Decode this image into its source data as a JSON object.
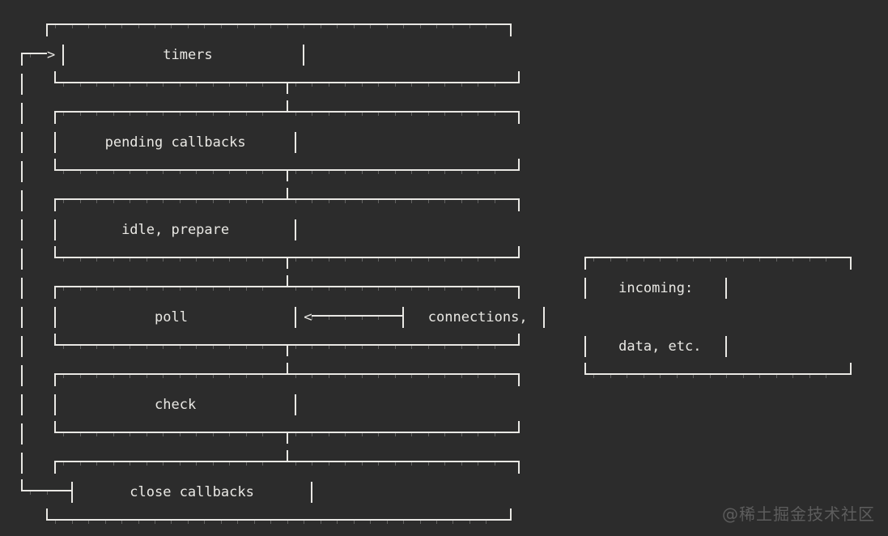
{
  "page": {
    "background_color": "#2c2c2c",
    "foreground_color": "#e9e8e4"
  },
  "watermark": {
    "text": "@稀土掘金技术社区",
    "color": "#5d5d5d"
  },
  "diagram": {
    "phases": [
      "timers",
      "pending callbacks",
      "idle, prepare",
      "poll",
      "check",
      "close callbacks"
    ],
    "side_box": [
      "incoming:",
      "connections,",
      "data, etc."
    ],
    "lines": [
      "   ┌───────────────────────────┐",
      "┌─>│           timers          │",
      "│  └─────────────┬─────────────┘",
      "│  ┌─────────────┴─────────────┐",
      "│  │     pending callbacks     │",
      "│  └─────────────┬─────────────┘",
      "│  ┌─────────────┴─────────────┐",
      "│  │       idle, prepare       │",
      "│  └─────────────┬─────────────┘      ┌───────────────┐",
      "│  ┌─────────────┴─────────────┐      │   incoming:   │",
      "│  │           poll            │<─────┤  connections, │",
      "│  └─────────────┬─────────────┘      │   data, etc.  │",
      "│  ┌─────────────┴─────────────┐      └───────────────┘",
      "│  │           check           │",
      "│  └─────────────┬─────────────┘",
      "│  ┌─────────────┴─────────────┐",
      "└──┤      close callbacks      │",
      "   └───────────────────────────┘"
    ]
  }
}
